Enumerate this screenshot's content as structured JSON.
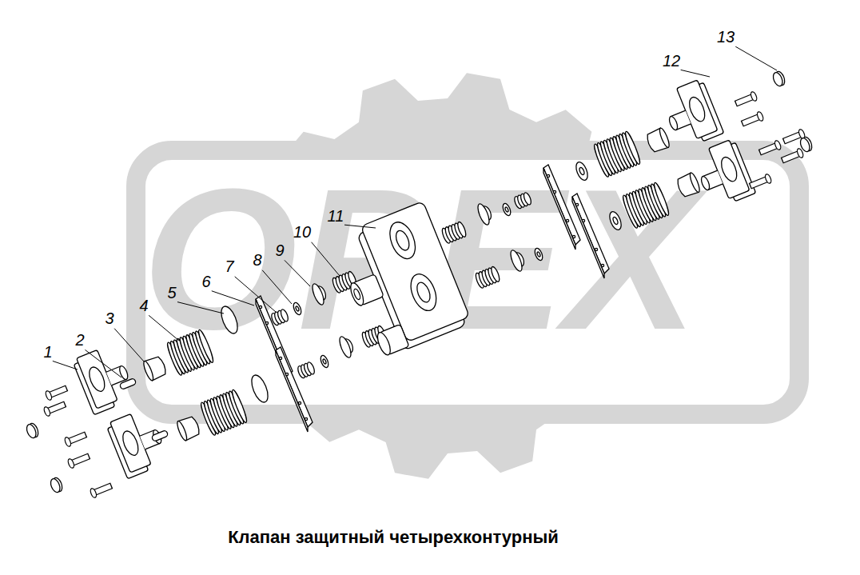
{
  "diagram": {
    "caption": "Клапан защитный четырехконтурный",
    "labels": [
      "OPEX",
      "1",
      "2",
      "3",
      "4",
      "5",
      "6",
      "7",
      "8",
      "9",
      "10",
      "11",
      "12",
      "13"
    ]
  }
}
